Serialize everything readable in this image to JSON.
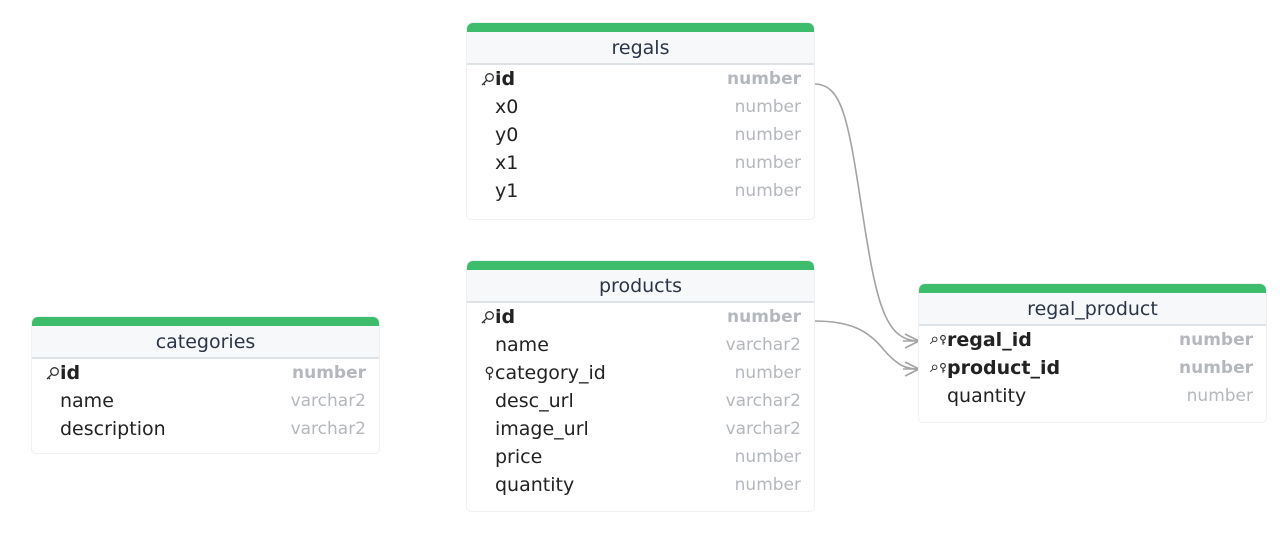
{
  "colors": {
    "header_accent": "#3dbd6b",
    "edge": "#a3a3a3"
  },
  "tables": [
    {
      "name": "regals",
      "fields": [
        {
          "name": "id",
          "type": "number",
          "pk": true
        },
        {
          "name": "x0",
          "type": "number"
        },
        {
          "name": "y0",
          "type": "number"
        },
        {
          "name": "x1",
          "type": "number"
        },
        {
          "name": "y1",
          "type": "number"
        }
      ]
    },
    {
      "name": "products",
      "fields": [
        {
          "name": "id",
          "type": "number",
          "pk": true
        },
        {
          "name": "name",
          "type": "varchar2"
        },
        {
          "name": "category_id",
          "type": "number",
          "fk": true
        },
        {
          "name": "desc_url",
          "type": "varchar2"
        },
        {
          "name": "image_url",
          "type": "varchar2"
        },
        {
          "name": "price",
          "type": "number"
        },
        {
          "name": "quantity",
          "type": "number"
        }
      ]
    },
    {
      "name": "categories",
      "fields": [
        {
          "name": "id",
          "type": "number",
          "pk": true
        },
        {
          "name": "name",
          "type": "varchar2"
        },
        {
          "name": "description",
          "type": "varchar2"
        }
      ]
    },
    {
      "name": "regal_product",
      "fields": [
        {
          "name": "regal_id",
          "type": "number",
          "pk": true,
          "fk": true
        },
        {
          "name": "product_id",
          "type": "number",
          "pk": true,
          "fk": true
        },
        {
          "name": "quantity",
          "type": "number"
        }
      ]
    }
  ],
  "relationships": [
    {
      "from": "regals.id",
      "to": "regal_product.regal_id",
      "to_cardinality": "many"
    },
    {
      "from": "products.id",
      "to": "regal_product.product_id",
      "to_cardinality": "many"
    }
  ]
}
